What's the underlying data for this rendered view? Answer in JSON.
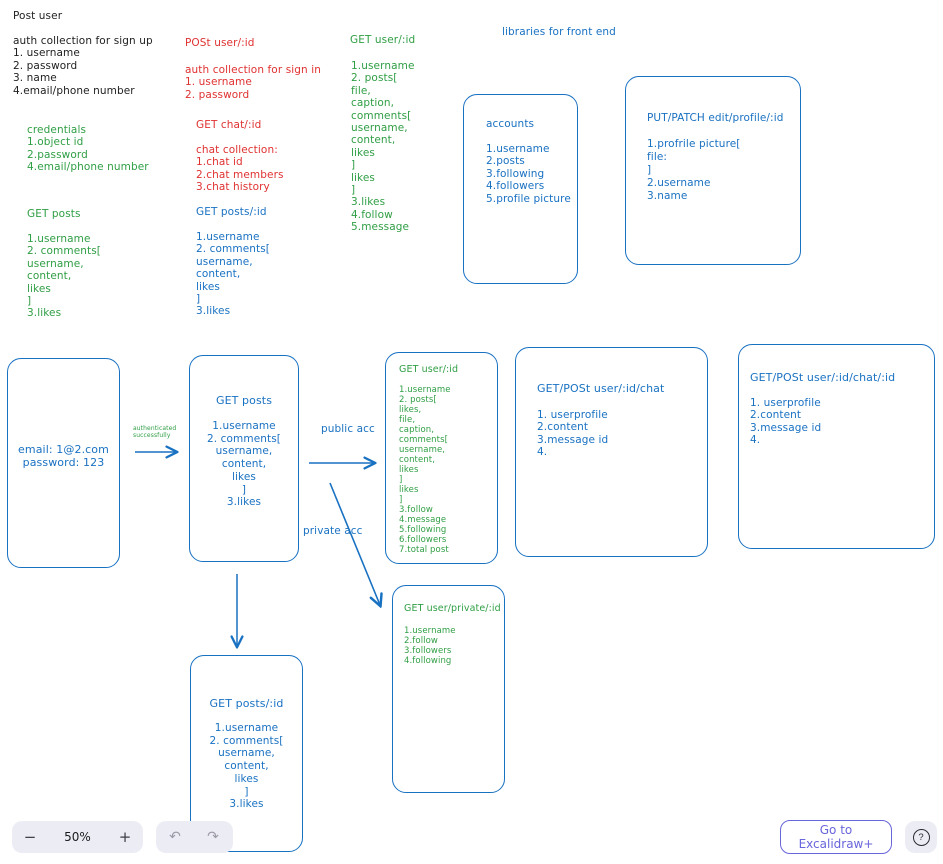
{
  "colors": {
    "blue": "#1971c2",
    "green": "#2f9e44",
    "red": "#e03131",
    "black": "#1e1e1e",
    "violet": "#6965db"
  },
  "canvas": {
    "black": {
      "title": "Post user",
      "signup": [
        "auth collection for sign up",
        "1. username",
        "2. password",
        "3. name",
        "4.email/phone number"
      ]
    },
    "green": {
      "credentials": [
        "credentials",
        "1.object id",
        "2.password",
        "4.email/phone number"
      ],
      "get_posts_title": "GET posts",
      "get_posts_list": [
        "1.username",
        "2. comments[",
        "username,",
        "content,",
        "likes",
        "]",
        "3.likes"
      ],
      "get_user_title": "GET user/:id",
      "get_user_list": [
        "1.username",
        "2. posts[",
        "file,",
        "caption,",
        "comments[",
        "username,",
        "content,",
        "likes",
        "]",
        "likes",
        "]",
        "3.likes",
        "4.follow",
        "5.message"
      ]
    },
    "red": {
      "post_user_title": "POSt user/:id",
      "signin": [
        "auth collection for sign in",
        "1. username",
        "2. password"
      ],
      "get_chat_title": "GET chat/:id",
      "chat_list": [
        "chat collection:",
        "1.chat id",
        "2.chat members",
        "3.chat history"
      ]
    },
    "blue": {
      "get_posts_id_title": "GET posts/:id",
      "get_posts_id_list": [
        "1.username",
        "2. comments[",
        "username,",
        "content,",
        "likes",
        "]",
        "3.likes"
      ],
      "libraries": "libraries for front end"
    },
    "boxes": {
      "accounts": {
        "title": "accounts",
        "list": [
          "1.username",
          "2.posts",
          "3.following",
          "4.followers",
          "5.profile picture"
        ]
      },
      "edit_profile": {
        "title": "PUT/PATCH edit/profile/:id",
        "list": [
          "1.profrile picture[",
          "file:",
          "]",
          "2.username",
          "3.name"
        ]
      },
      "login": {
        "lines": [
          "email: 1@2.com",
          "password: 123"
        ]
      },
      "get_posts": {
        "title": "GET posts",
        "list": [
          "1.username",
          "2. comments[",
          "username,",
          "content,",
          "likes",
          "]",
          "3.likes"
        ]
      },
      "get_user": {
        "title": "GET user/:id",
        "list": [
          "1.username",
          "2. posts[",
          "likes,",
          "file,",
          "caption,",
          "comments[",
          "username,",
          "content,",
          "likes",
          "]",
          "likes",
          "]",
          "3.follow",
          "4.message",
          "5.following",
          "6.followers",
          "7.total post"
        ]
      },
      "chat": {
        "title": "GET/POSt user/:id/chat",
        "list": [
          "1. userprofile",
          "2.content",
          "3.message id",
          "4."
        ]
      },
      "chat_id": {
        "title": "GET/POSt user/:id/chat/:id",
        "list": [
          "1. userprofile",
          "2.content",
          "3.message id",
          "4."
        ]
      },
      "private": {
        "title": "GET user/private/:id",
        "list": [
          "1.username",
          "2.follow",
          "3.followers",
          "4.following"
        ]
      },
      "get_posts_id": {
        "title": "GET posts/:id",
        "list": [
          "1.username",
          "2. comments[",
          "username,",
          "content,",
          "likes",
          "]",
          "3.likes"
        ]
      }
    },
    "labels": {
      "authenticated": [
        "authenticated",
        "successfully"
      ],
      "public_acc": "public acc",
      "private_acc": "private acc"
    }
  },
  "toolbar": {
    "zoom_out": "−",
    "zoom_level": "50%",
    "zoom_in": "+",
    "undo_icon": "↶",
    "redo_icon": "↷",
    "excalidraw_label": "Go to Excalidraw+",
    "help_label": "?"
  }
}
